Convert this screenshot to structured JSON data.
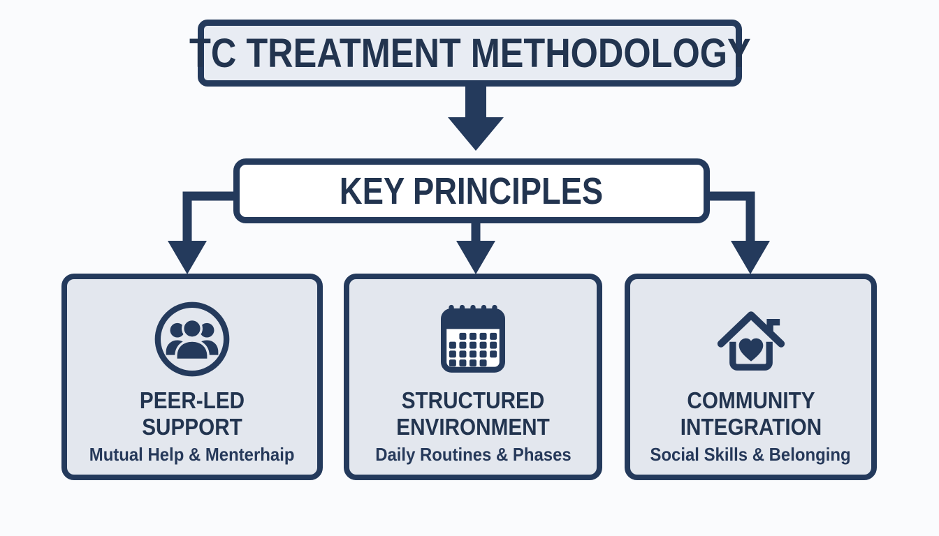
{
  "diagram": {
    "title_box": {
      "label": "TC TREATMENT METHODOLOGY"
    },
    "key_box": {
      "label": "KEY PRINCIPLES"
    },
    "cards": [
      {
        "icon": "people-group-icon",
        "title": "PEER-LED SUPPORT",
        "subtitle": "Mutual Help & Menterhaip"
      },
      {
        "icon": "calendar-icon",
        "title": "STRUCTURED ENVIRONMENT",
        "subtitle": "Daily Routines & Phases"
      },
      {
        "icon": "house-heart-icon",
        "title": "COMMUNITY INTEGRATION",
        "subtitle": "Social Skills & Belonging"
      }
    ],
    "edges": [
      {
        "from": "title-box",
        "to": "key-principles-box"
      },
      {
        "from": "key-principles-box",
        "to": "card-peer-led-support"
      },
      {
        "from": "key-principles-box",
        "to": "card-structured-environment"
      },
      {
        "from": "key-principles-box",
        "to": "card-community-integration"
      }
    ],
    "colors": {
      "navy": "#243A5C",
      "text_navy": "#22344F",
      "card_fill": "#E3E7EE",
      "title_box_fill": "#E8ECF3",
      "key_box_fill": "#FFFFFF",
      "background": "#FAFBFD"
    }
  }
}
